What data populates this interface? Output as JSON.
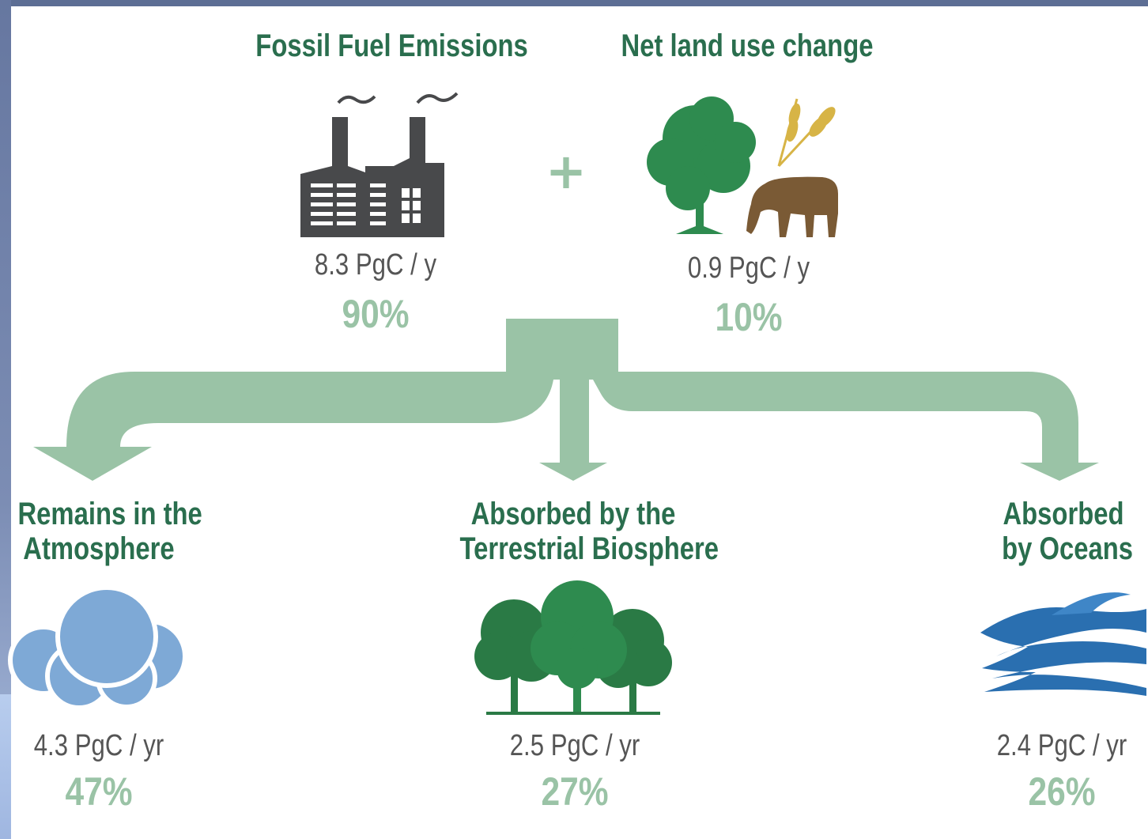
{
  "sources": [
    {
      "title": "Fossil Fuel Emissions",
      "amount": "8.3 PgC / y",
      "percent": "90%",
      "share": 0.9,
      "icon": "factory-icon"
    },
    {
      "title": "Net land use change",
      "amount": "0.9 PgC / y",
      "percent": "10%",
      "share": 0.1,
      "icon": "land-use-icon"
    }
  ],
  "operator": "+",
  "sinks": [
    {
      "title_line1": "Remains in the",
      "title_line2": "Atmosphere",
      "amount": "4.3 PgC / yr",
      "percent": "47%",
      "share": 0.47,
      "icon": "cloud-icon"
    },
    {
      "title_line1": "Absorbed by the",
      "title_line2": "Terrestrial Biosphere",
      "amount": "2.5 PgC / yr",
      "percent": "27%",
      "share": 0.27,
      "icon": "forest-icon"
    },
    {
      "title_line1": "Absorbed",
      "title_line2": "by Oceans",
      "amount": "2.4 PgC / yr",
      "percent": "26%",
      "share": 0.26,
      "icon": "waves-icon"
    }
  ],
  "colors": {
    "heading": "#2a6e4e",
    "flow": "#9ac3a6",
    "amount_text": "#555555",
    "factory": "#48494b",
    "tree": "#2e8b4f",
    "cow": "#7a5a35",
    "wheat": "#d7b446",
    "cloud": "#7ea9d6",
    "ocean": "#2a6fb0"
  }
}
